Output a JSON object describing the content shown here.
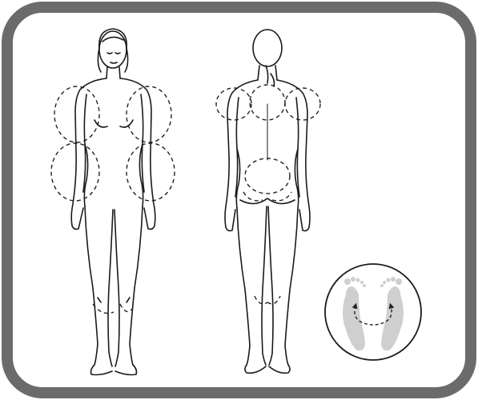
{
  "figure": {
    "kind": "massage-zone-illustration",
    "frame_color": "#6b6b6b",
    "line_color": "#1a1a1a",
    "dash_color": "#222222",
    "foot_fill": "#cfcfcf",
    "background": "#ffffff"
  },
  "figures": [
    {
      "name": "front-view-female-figure",
      "zones": [
        "left-upper-arm",
        "right-upper-arm",
        "left-forearm",
        "right-forearm",
        "left-knee",
        "right-knee"
      ]
    },
    {
      "name": "back-view-female-figure",
      "zones": [
        "neck-shoulders",
        "left-shoulder",
        "right-shoulder",
        "lower-back",
        "buttocks",
        "left-knee-back",
        "right-knee-back"
      ]
    },
    {
      "name": "feet-soles-inset",
      "zones": [
        "arch-connection"
      ]
    }
  ],
  "icons": [
    "arrow-icon"
  ]
}
